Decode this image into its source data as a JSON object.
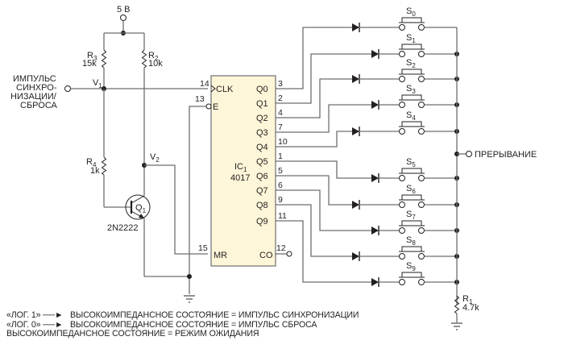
{
  "supply": {
    "label": "5 В"
  },
  "input": {
    "lines": [
      "ИМПУЛЬС",
      "СИНХРО-",
      "НИЗАЦИИ/",
      "СБРОСА"
    ]
  },
  "nodes": {
    "v1": "V",
    "v1_sub": "1",
    "v2": "V",
    "v2_sub": "2"
  },
  "resistors": [
    {
      "ref": "R",
      "sub": "3",
      "value": "15k"
    },
    {
      "ref": "R",
      "sub": "2",
      "value": "10k"
    },
    {
      "ref": "R",
      "sub": "4",
      "value": "1k"
    },
    {
      "ref": "R",
      "sub": "1",
      "value": "4.7k"
    }
  ],
  "transistor": {
    "ref": "Q",
    "sub": "1",
    "part": "2N2222"
  },
  "ic": {
    "ref": "IC",
    "sub": "1",
    "part": "4017",
    "left_pins": [
      {
        "num": "14",
        "name": "CLK"
      },
      {
        "num": "13",
        "name": "E"
      },
      {
        "num": "15",
        "name": "MR"
      }
    ],
    "outputs": [
      {
        "name": "Q0",
        "pin": "3"
      },
      {
        "name": "Q1",
        "pin": "2"
      },
      {
        "name": "Q2",
        "pin": "4"
      },
      {
        "name": "Q3",
        "pin": "7"
      },
      {
        "name": "Q4",
        "pin": "10"
      },
      {
        "name": "Q5",
        "pin": "1"
      },
      {
        "name": "Q6",
        "pin": "5"
      },
      {
        "name": "Q7",
        "pin": "6"
      },
      {
        "name": "Q8",
        "pin": "9"
      },
      {
        "name": "Q9",
        "pin": "11"
      }
    ],
    "co": {
      "name": "CO",
      "pin": "12"
    }
  },
  "switches": [
    {
      "ref": "S",
      "sub": "0"
    },
    {
      "ref": "S",
      "sub": "1"
    },
    {
      "ref": "S",
      "sub": "2"
    },
    {
      "ref": "S",
      "sub": "3"
    },
    {
      "ref": "S",
      "sub": "4"
    },
    {
      "ref": "S",
      "sub": "5"
    },
    {
      "ref": "S",
      "sub": "6"
    },
    {
      "ref": "S",
      "sub": "7"
    },
    {
      "ref": "S",
      "sub": "8"
    },
    {
      "ref": "S",
      "sub": "9"
    }
  ],
  "interrupt": {
    "label": "ПРЕРЫВАНИЕ"
  },
  "notes": [
    "«ЛОГ. 1» ──►   ВЫСОКОИМПЕДАНСНОЕ СОСТОЯНИЕ = ИМПУЛЬС СИНХРОНИЗАЦИИ",
    "«ЛОГ. 0» ──►   ВЫСОКОИМПЕДАНСНОЕ СОСТОЯНИЕ = ИМПУЛЬС СБРОСА",
    "ВЫСОКОИМПЕДАНСНОЕ СОСТОЯНИЕ = РЕЖИМ ОЖИДАНИЯ"
  ]
}
